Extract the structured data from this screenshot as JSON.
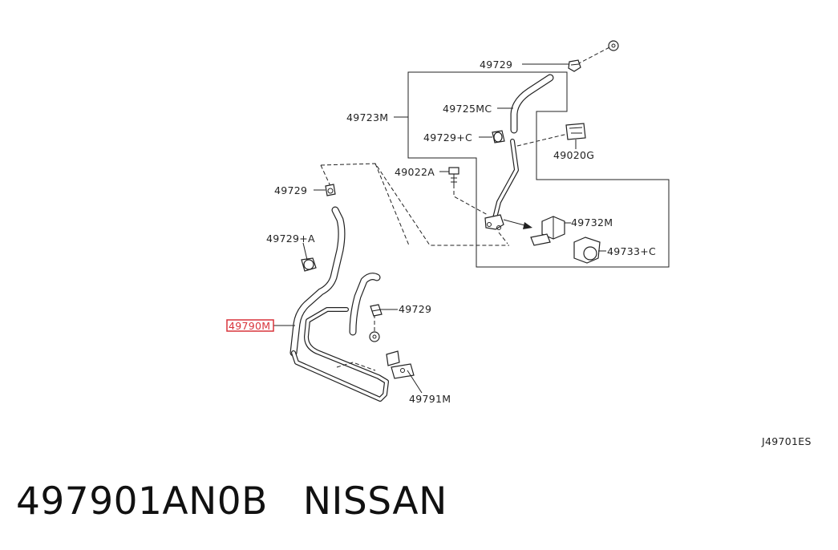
{
  "diagram": {
    "labels": {
      "p49729_top": "49729",
      "p49723M": "49723M",
      "p49725MC": "49725MC",
      "p49729C": "49729+C",
      "p49020G": "49020G",
      "p49022A": "49022A",
      "p49729_left": "49729",
      "p49732M": "49732M",
      "p49729A": "49729+A",
      "p49733C": "49733+C",
      "p49729_mid": "49729",
      "p49790M": "49790M",
      "p49791M": "49791M"
    },
    "highlight_color": "#d8343b",
    "figure_code": "J49701ES"
  },
  "footer": {
    "part_number": "497901AN0B",
    "brand": "NISSAN"
  }
}
